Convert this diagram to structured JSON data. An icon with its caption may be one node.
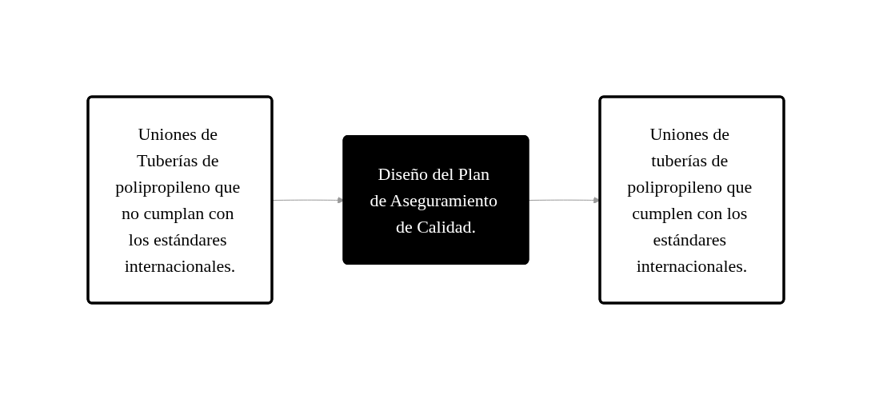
{
  "diagram": {
    "nodes": [
      {
        "text": [
          "Uniones de Tuberías de polipropileno que no cumplan con los estándares internacionales."
        ]
      },
      {
        "text": [
          "Diseño del Plan de Aseguramiento de Calidad."
        ]
      },
      {
        "text": [
          "Uniones de tuberías de polipropileno que cumplen con los estándares internacionales."
        ]
      }
    ],
    "edges": [
      {
        "from": 0,
        "to": 1,
        "arrow": "to"
      },
      {
        "from": 1,
        "to": 2,
        "arrow": "to"
      }
    ]
  }
}
